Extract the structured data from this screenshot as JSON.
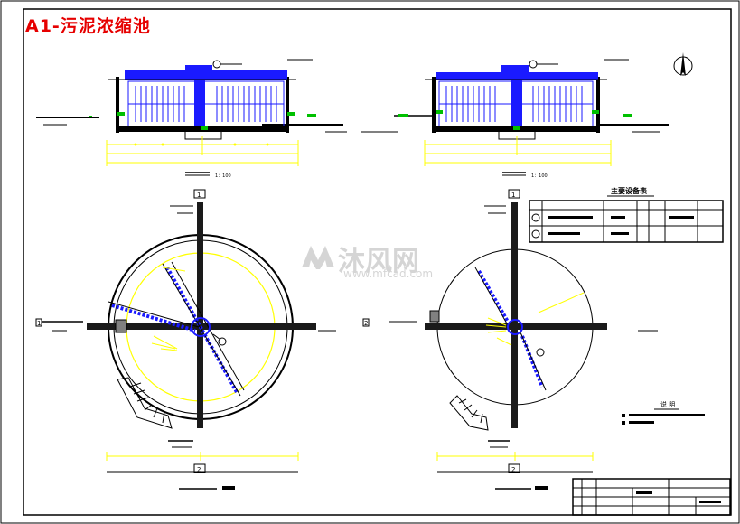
{
  "drawing": {
    "title": "A1-污泥浓缩池",
    "colors": {
      "frame": "#000000",
      "structure": "#1a1aff",
      "dimension": "#ffff00",
      "highlight": "#00c000",
      "title": "#e60000"
    },
    "north_arrow_icon": "north-arrow-icon"
  },
  "watermark": {
    "text": "沐风网",
    "url": "www.mfcad.com"
  },
  "sections": [
    {
      "scale_label": "1：100"
    },
    {
      "scale_label": "1：100"
    }
  ],
  "equipment_table": {
    "title": "主要设备表"
  },
  "notes": {
    "title": "说  明"
  },
  "plans": [
    {
      "callout": "1",
      "marker": "1",
      "bottom_marker": "2"
    },
    {
      "callout": "2",
      "marker": "1",
      "bottom_marker": "2"
    }
  ],
  "section_callouts": [
    "1",
    "2"
  ]
}
